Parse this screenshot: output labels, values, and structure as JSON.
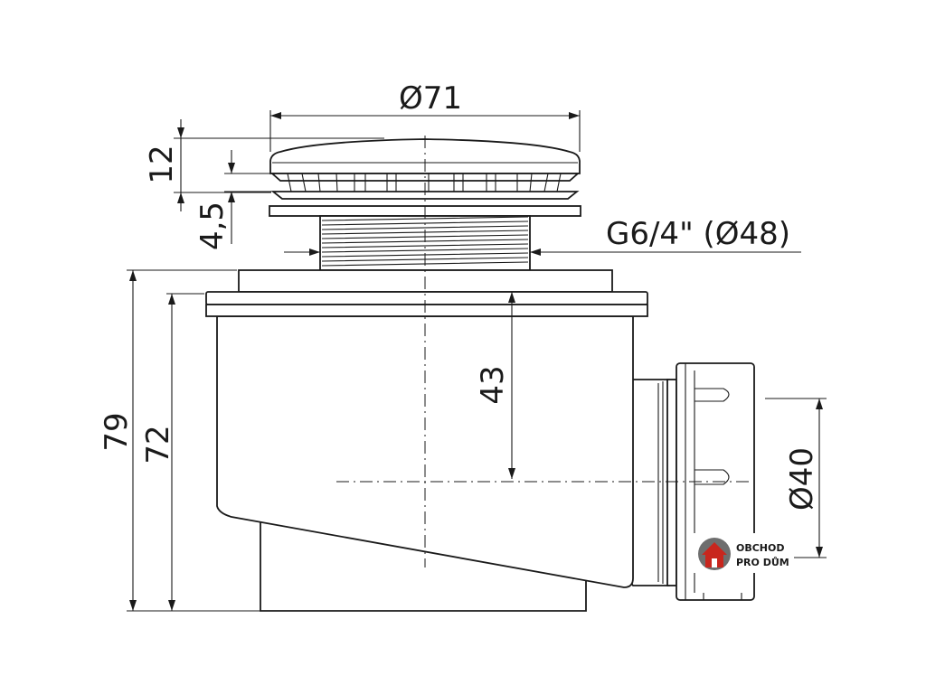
{
  "dimensions": {
    "top_diameter": "Ø71",
    "cap_height": "12",
    "gap": "4,5",
    "thread": "G6/4\" (Ø48)",
    "total_height": "79",
    "body_height": "72",
    "inner_depth": "43",
    "outlet_diameter": "Ø40"
  },
  "logo": {
    "line1": "OBCHOD",
    "line2": "PRO DŮM",
    "icon": "house-icon",
    "color": "#c8261e"
  }
}
